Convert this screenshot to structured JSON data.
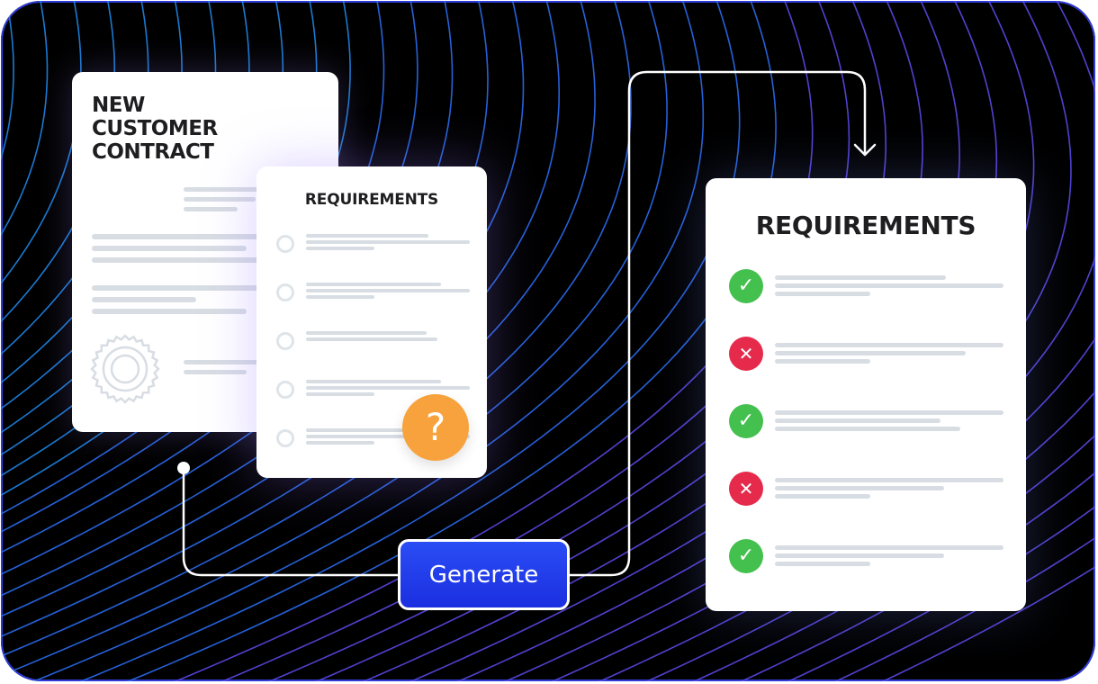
{
  "contract_card": {
    "title": "NEW\nCUSTOMER\nCONTRACT",
    "seal_icon": "seal-icon"
  },
  "requirements_small": {
    "title": "REQUIREMENTS",
    "question_mark": "?",
    "items": 5
  },
  "requirements_result": {
    "title": "REQUIREMENTS",
    "items": [
      {
        "status": "pass",
        "symbol": "✓"
      },
      {
        "status": "fail",
        "symbol": "✕"
      },
      {
        "status": "pass",
        "symbol": "✓"
      },
      {
        "status": "fail",
        "symbol": "✕"
      },
      {
        "status": "pass",
        "symbol": "✓"
      }
    ]
  },
  "generate_button": {
    "label": "Generate"
  },
  "colors": {
    "background": "#000000",
    "wave_lines": "#2a6cf0",
    "pass": "#44c04e",
    "fail": "#e52a4b",
    "question": "#f7a23c",
    "button": "#1b2fe0"
  }
}
